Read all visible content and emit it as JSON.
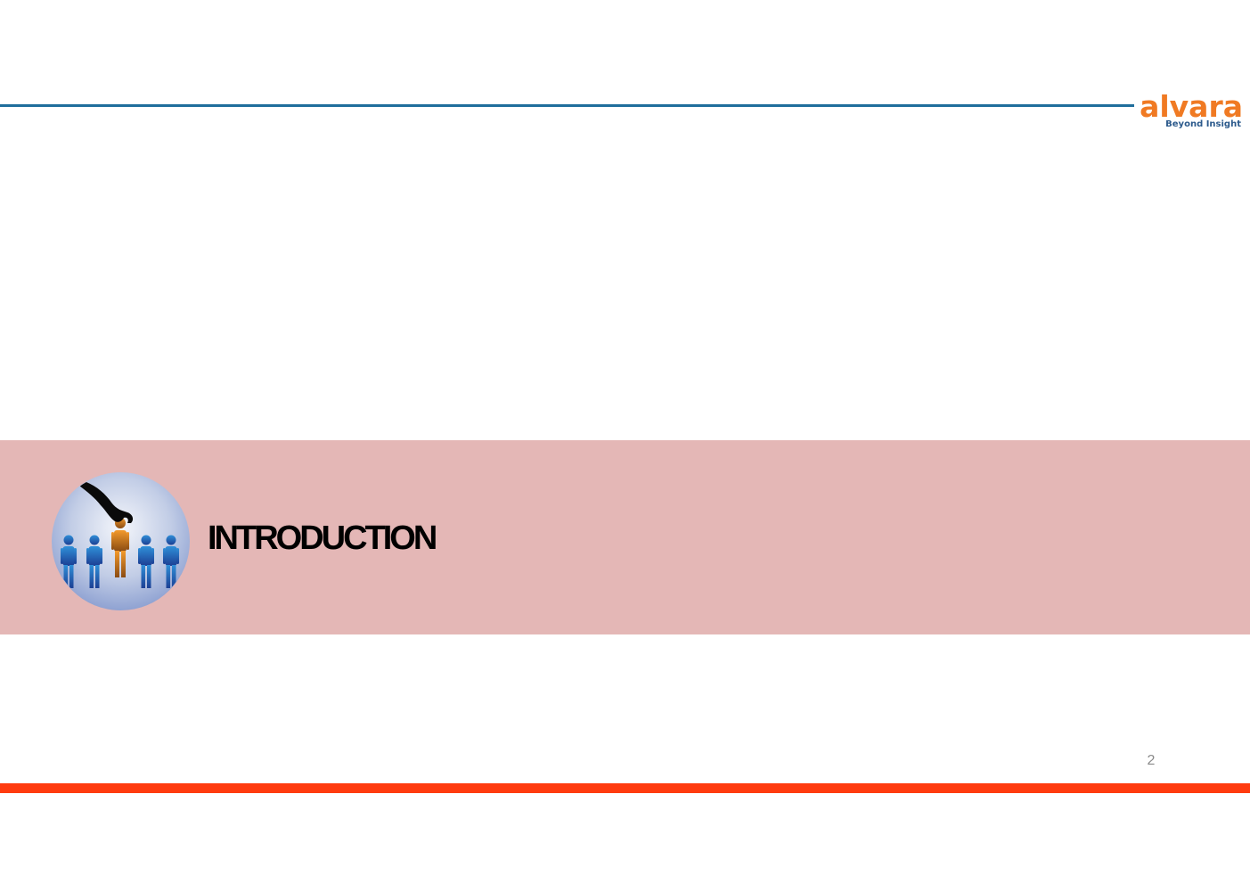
{
  "header": {
    "logo": {
      "wordmark": "alvara",
      "tagline": "Beyond Insight"
    }
  },
  "section": {
    "title": "INTRODUCTION",
    "emblem_icon": "people-selection-icon"
  },
  "footer": {
    "page_number": "2"
  },
  "colors": {
    "top_rule": "#1f6e9c",
    "band": "#e4b7b6",
    "bottom_rule": "#ff3b0f",
    "logo_word": "#f07a23",
    "logo_tagline": "#2c5a8c"
  }
}
